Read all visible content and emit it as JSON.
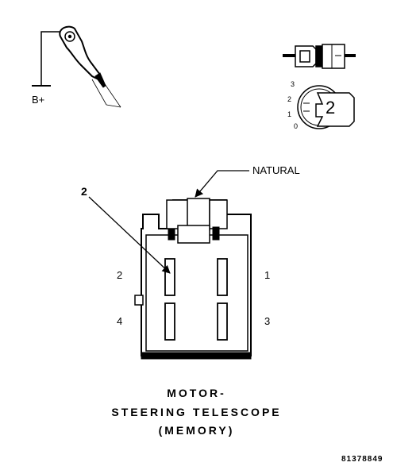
{
  "probe": {
    "supply_label": "B+"
  },
  "connector_view": {
    "switch_numbers": [
      "3",
      "2",
      "1",
      "0"
    ],
    "lock_number": "2"
  },
  "connector": {
    "color_callout": "NATURAL",
    "pin_callout": "2",
    "cavity_labels": {
      "top_left": "2",
      "top_right": "1",
      "bottom_left": "4",
      "bottom_right": "3"
    }
  },
  "title": {
    "line1": "MOTOR-",
    "line2": "STEERING TELESCOPE",
    "line3": "(MEMORY)"
  },
  "figure_id": "81378849"
}
